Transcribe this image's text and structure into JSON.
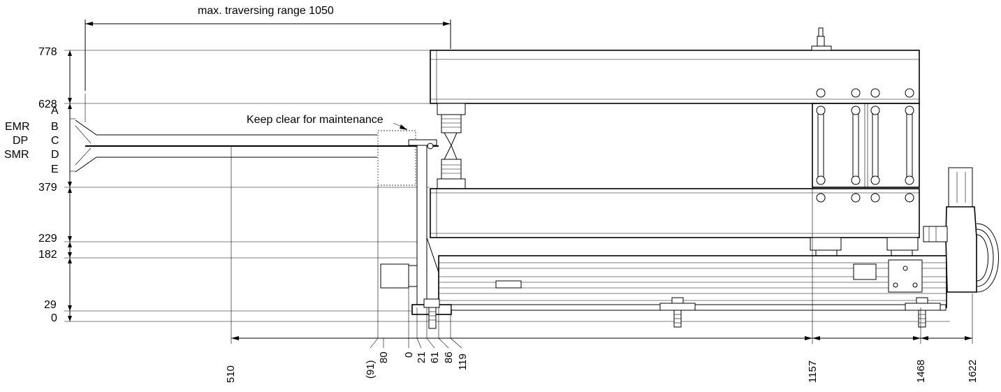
{
  "top_dimension": {
    "label": "max. traversing range 1050"
  },
  "annotation": {
    "label": "Keep clear for maintenance"
  },
  "left_levels": [
    "778",
    "628",
    "A",
    "B",
    "C",
    "D",
    "E",
    "379",
    "229",
    "182",
    "29",
    "0"
  ],
  "side_labels": [
    "EMR",
    "DP",
    "SMR"
  ],
  "bottom_dimensions": [
    "510",
    "(91)",
    "80",
    "0",
    "21",
    "61",
    "86",
    "119",
    "1157",
    "1468",
    "1622"
  ]
}
